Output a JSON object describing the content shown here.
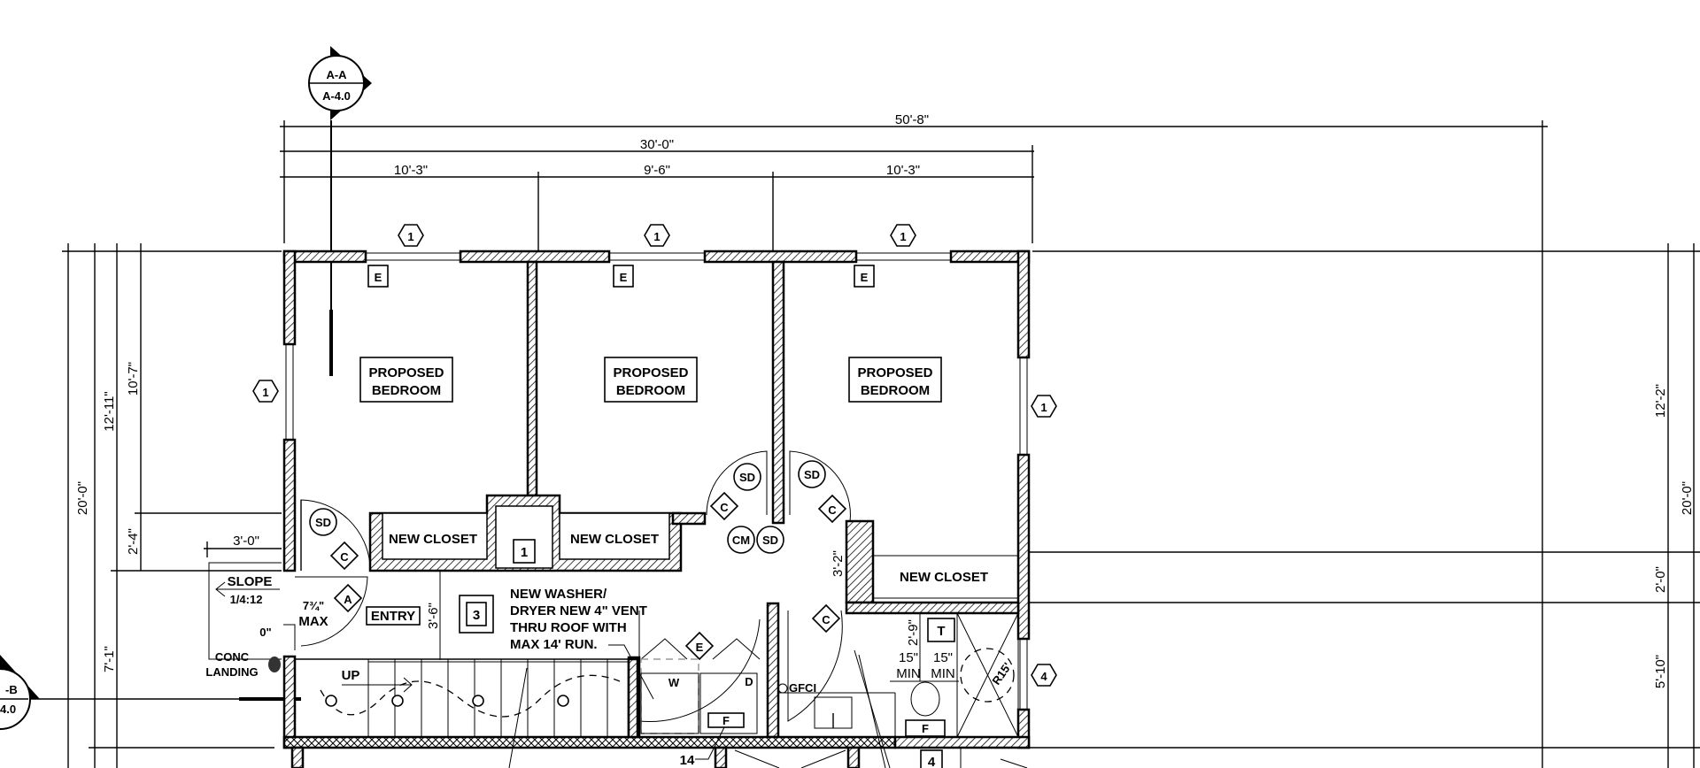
{
  "section_markers": {
    "a": {
      "top": "A-A",
      "bottom": "A-4.0"
    },
    "b": {
      "top": "-B",
      "bottom": "4.0"
    }
  },
  "dimensions": {
    "overall_width": "50'-8\"",
    "house_width": "30'-0\"",
    "bay_1": "10'-3\"",
    "bay_2": "9'-6\"",
    "bay_3": "10'-3\"",
    "left_total": "20'-0\"",
    "left_12_11": "12'-11\"",
    "left_10_7": "10'-7\"",
    "left_2_4": "2'-4\"",
    "left_7_1": "7'-1\"",
    "landing_width": "3'-0\"",
    "right_12_2": "12'-2\"",
    "right_total": "20'-0\"",
    "right_2_0": "2'-0\"",
    "right_5_10": "5'-10\"",
    "hall_3_6": "3'-6\"",
    "hall_3_2": "3'-2\"",
    "toilet_2_9": "2'-9\"",
    "toilet_left": "15\"",
    "toilet_right": "15\"",
    "min": "MIN"
  },
  "rooms": {
    "bedroom_1": {
      "line1": "PROPOSED",
      "line2": "BEDROOM"
    },
    "bedroom_2": {
      "line1": "PROPOSED",
      "line2": "BEDROOM"
    },
    "bedroom_3": {
      "line1": "PROPOSED",
      "line2": "BEDROOM"
    },
    "closet_1": "NEW CLOSET",
    "closet_2": "NEW CLOSET",
    "closet_3": "NEW CLOSET",
    "entry": "ENTRY"
  },
  "tags": {
    "window": "1",
    "window_4": "4",
    "egress": "E",
    "door_c": "C",
    "door_a": "A",
    "smoke": "SD",
    "co": "CM",
    "note_1": "1",
    "note_3": "3",
    "note_4": "4",
    "toilet": "T",
    "washer": "W",
    "dryer": "D",
    "fan": "F",
    "gfci": "GFCI",
    "shower_radius": "R15'",
    "callout_14": "14"
  },
  "notes": {
    "slope": "SLOPE",
    "slope_ratio": "1/4:12",
    "step_max": "7¾\"",
    "max": "MAX",
    "zero": "0\"",
    "conc": "CONC",
    "landing": "LANDING",
    "up": "UP",
    "washer_note": [
      "NEW WASHER/",
      "DRYER NEW 4\" VENT",
      "THRU ROOF WITH",
      "MAX 14' RUN."
    ]
  }
}
